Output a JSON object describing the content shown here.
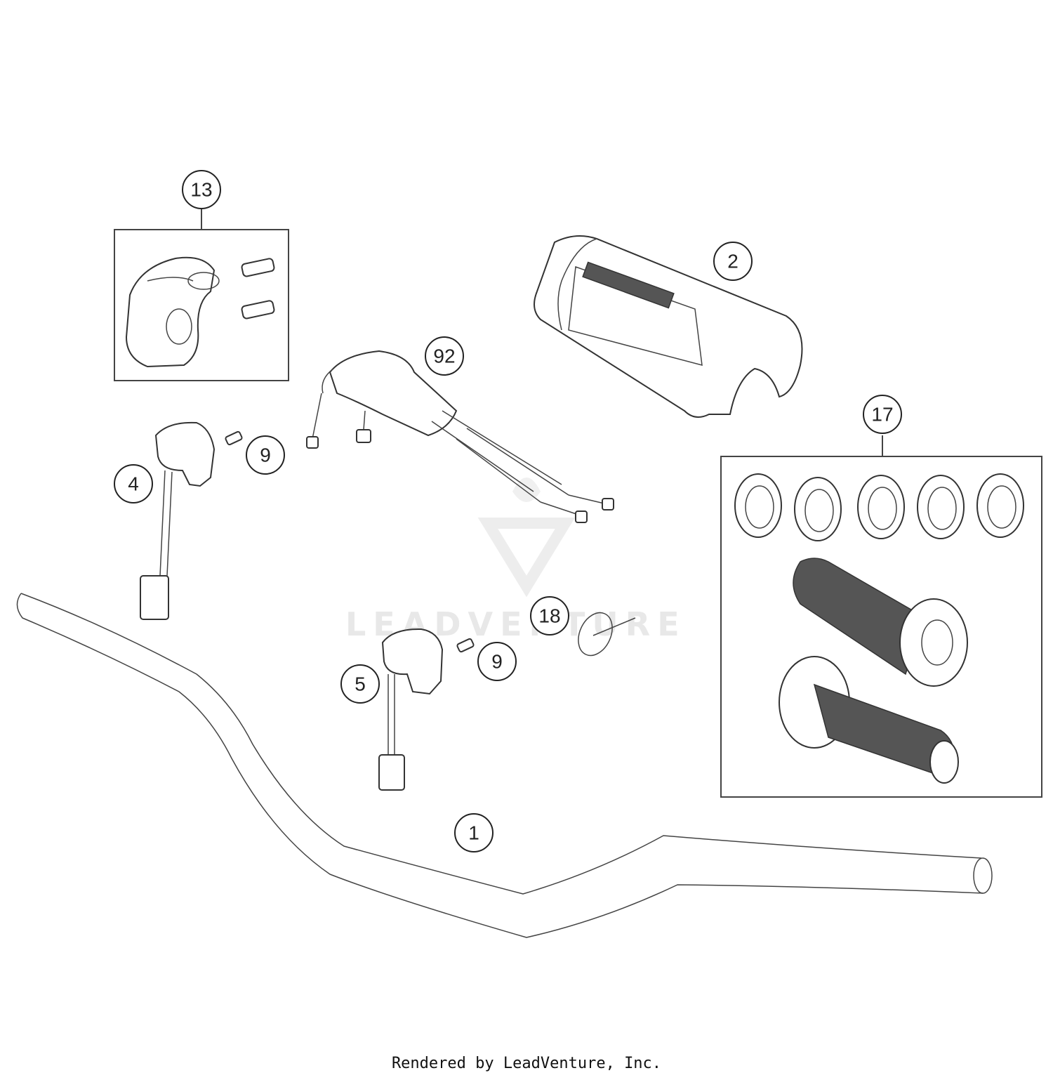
{
  "callouts": {
    "c13": "13",
    "c2": "2",
    "c92": "92",
    "c9a": "9",
    "c4": "4",
    "c17": "17",
    "c18": "18",
    "c9b": "9",
    "c5": "5",
    "c1": "1"
  },
  "watermark": "LEADVENTURE",
  "footer": "Rendered by LeadVenture, Inc."
}
